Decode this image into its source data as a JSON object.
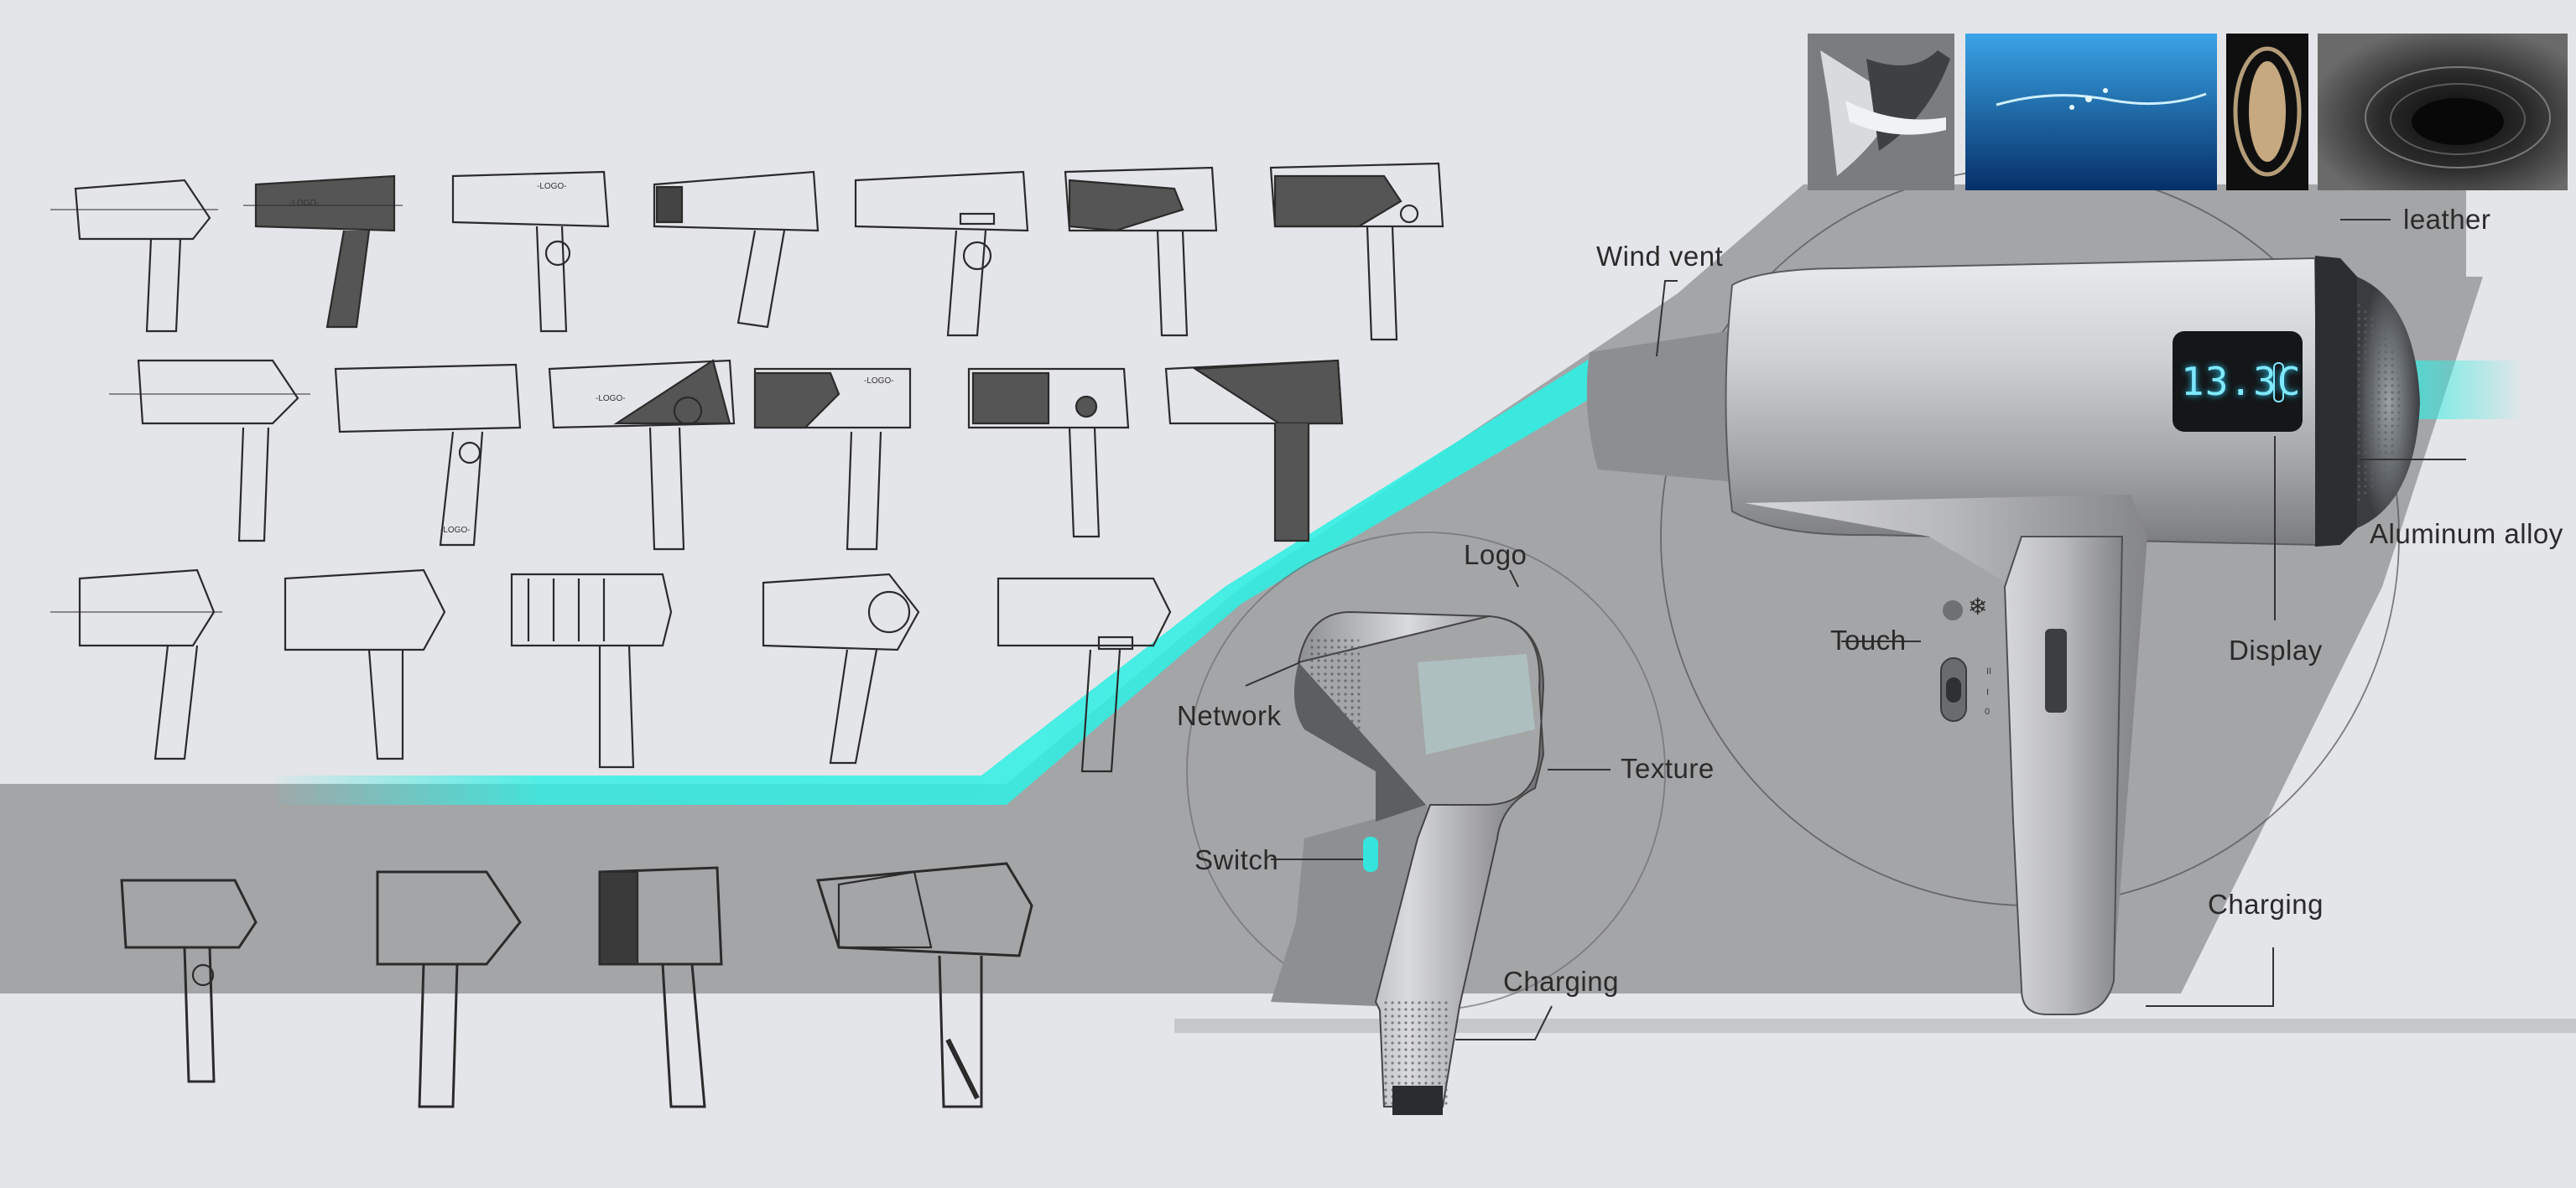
{
  "labels": {
    "wind_vent": "Wind vent",
    "leather": "leather",
    "aluminum_alloy": "Aluminum alloy",
    "display": "Display",
    "touch": "Touch",
    "charging_main": "Charging",
    "logo": "Logo",
    "network": "Network",
    "texture": "Texture",
    "switch": "Switch",
    "charging_small": "Charging"
  },
  "display_readout": "13.3C",
  "sketch_logo_text": "-LOGO-",
  "mood_images": [
    "chrome-curve-photo",
    "water-splash-photo",
    "saturn-planet-photo",
    "dark-ripple-photo"
  ],
  "icons": [
    "snowflake-icon",
    "thermometer-icon"
  ],
  "colors": {
    "background": "#e4e5e8",
    "band": "#a4a5a7",
    "accent_cyan": "#2ef0e4",
    "dryer_body": "#c2c3c5",
    "display_glow": "#7fe8ff"
  }
}
